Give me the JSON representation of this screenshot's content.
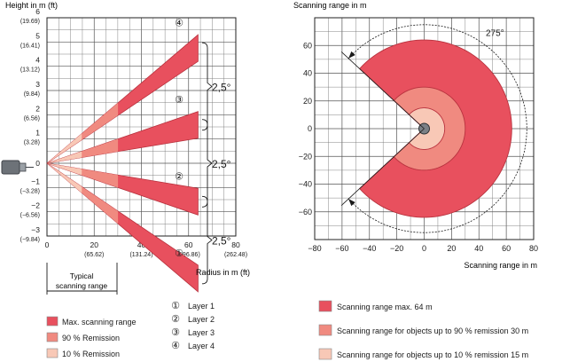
{
  "chart_data": [
    {
      "type": "area",
      "ylabel": "Height in m (ft)",
      "xlabel": "Radius in m (ft)",
      "x_ticks": [
        {
          "value": 0,
          "label": "0",
          "sub": ""
        },
        {
          "value": 20,
          "label": "20",
          "sub": "(65.62)"
        },
        {
          "value": 40,
          "label": "40",
          "sub": "(131.24)"
        },
        {
          "value": 60,
          "label": "60",
          "sub": "(196.86)"
        },
        {
          "value": 80,
          "label": "80",
          "sub": "(262.48)"
        }
      ],
      "y_ticks": [
        {
          "value": 6,
          "label": "6",
          "sub": "(19.69)"
        },
        {
          "value": 5,
          "label": "5",
          "sub": "(16.41)"
        },
        {
          "value": 4,
          "label": "4",
          "sub": "(13.12)"
        },
        {
          "value": 3,
          "label": "3",
          "sub": "(9.84)"
        },
        {
          "value": 2,
          "label": "2",
          "sub": "(6.56)"
        },
        {
          "value": 1,
          "label": "1",
          "sub": "(3.28)"
        },
        {
          "value": 0,
          "label": "0",
          "sub": ""
        },
        {
          "value": -1,
          "label": "−1",
          "sub": "(−3.28)"
        },
        {
          "value": -2,
          "label": "−2",
          "sub": "(−6.56)"
        },
        {
          "value": -3,
          "label": "−3",
          "sub": "(−9.84)"
        }
      ],
      "xlim": [
        0,
        80
      ],
      "ylim": [
        -3,
        6
      ],
      "grid": true,
      "layers": [
        {
          "marker": "④",
          "angle_deg": 3.75,
          "range_m": 64
        },
        {
          "marker": "③",
          "angle_deg": 1.25,
          "range_m": 64
        },
        {
          "marker": "②",
          "angle_deg": -1.25,
          "range_m": 64
        },
        {
          "marker": "①",
          "angle_deg": -3.75,
          "range_m": 64
        }
      ],
      "layer_spacing_label": "2,5°",
      "typical_range_label": [
        "Typical",
        "scanning range"
      ],
      "layer_legend": [
        {
          "marker": "①",
          "label": "Layer 1"
        },
        {
          "marker": "②",
          "label": "Layer 2"
        },
        {
          "marker": "③",
          "label": "Layer 3"
        },
        {
          "marker": "④",
          "label": "Layer 4"
        }
      ],
      "range_legend": [
        {
          "label": "Max. scanning range",
          "color": "#e8505e"
        },
        {
          "label": "90 % Remission",
          "color": "#f08a80"
        },
        {
          "label": "10 % Remission",
          "color": "#f8c8b6"
        }
      ]
    },
    {
      "type": "pie",
      "title": "Scanning range in m",
      "xlabel": "Scanning range in m",
      "xlim": [
        -80,
        80
      ],
      "ylim": [
        -80,
        80
      ],
      "ticks": [
        -80,
        -60,
        -40,
        -20,
        0,
        20,
        40,
        60,
        80
      ],
      "grid": true,
      "field_of_view_label": "275°",
      "field_of_view_deg": 275,
      "series": [
        {
          "name": "Scanning range max. 64 m",
          "radius_m": 64,
          "color": "#e8505e"
        },
        {
          "name": "Scanning range for objects up to 90 % remission 30 m",
          "radius_m": 30,
          "color": "#f08a80"
        },
        {
          "name": "Scanning range for objects up to 10 % remission 15 m",
          "radius_m": 15,
          "color": "#f8c8b6"
        }
      ]
    }
  ],
  "colors": {
    "max": "#e8505e",
    "r90": "#f08a80",
    "r10": "#f8c8b6",
    "edge": "#b8323e"
  }
}
